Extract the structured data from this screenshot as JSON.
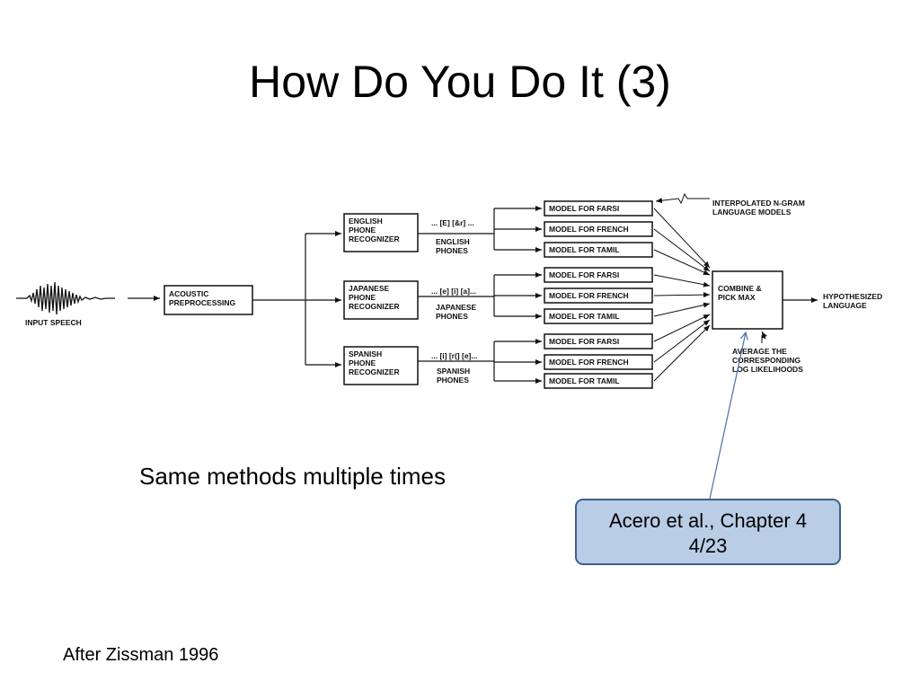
{
  "slide": {
    "title": "How Do You Do It (3)",
    "subtext": "Same methods multiple times",
    "citation": {
      "line1": "Acero et al., Chapter 4",
      "line2": "4/23"
    },
    "footer": "After Zissman 1996"
  },
  "diagram": {
    "input": "INPUT SPEECH",
    "preprocessing": [
      "ACOUSTIC",
      "PREPROCESSING"
    ],
    "recognizers": [
      {
        "label": [
          "ENGLISH",
          "PHONE",
          "RECOGNIZER"
        ],
        "symbols": "... [E] [&r] ...",
        "phones": [
          "ENGLISH",
          "PHONES"
        ]
      },
      {
        "label": [
          "JAPANESE",
          "PHONE",
          "RECOGNIZER"
        ],
        "symbols": "... [e] [i] [a]...",
        "phones": [
          "JAPANESE",
          "PHONES"
        ]
      },
      {
        "label": [
          "SPANISH",
          "PHONE",
          "RECOGNIZER"
        ],
        "symbols": "... [i] [r(] [e]...",
        "phones": [
          "SPANISH",
          "PHONES"
        ]
      }
    ],
    "models": [
      "MODEL FOR FARSI",
      "MODEL FOR FRENCH",
      "MODEL FOR TAMIL"
    ],
    "combine": [
      "COMBINE &",
      "PICK MAX"
    ],
    "output": [
      "HYPOTHESIZED",
      "LANGUAGE"
    ],
    "lm_note": [
      "INTERPOLATED N-GRAM",
      "LANGUAGE MODELS"
    ],
    "avg_note": [
      "AVERAGE THE",
      "CORRESPONDING",
      "LOG LIKELIHOODS"
    ]
  }
}
